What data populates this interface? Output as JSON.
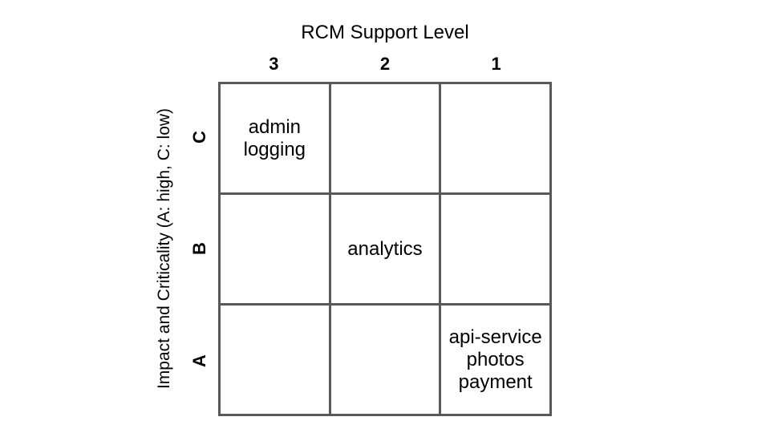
{
  "matrix": {
    "title": "RCM Support Level",
    "y_axis_label": "Impact and Criticality (A: high, C: low)",
    "columns": [
      "3",
      "2",
      "1"
    ],
    "rows": [
      "C",
      "B",
      "A"
    ],
    "cells": [
      [
        "admin\nlogging",
        "",
        ""
      ],
      [
        "",
        "analytics",
        ""
      ],
      [
        "",
        "",
        "api-service\nphotos\npayment"
      ]
    ]
  },
  "colors": {
    "background": "#ffffff",
    "text": "#000000",
    "grid_line": "#595959"
  }
}
